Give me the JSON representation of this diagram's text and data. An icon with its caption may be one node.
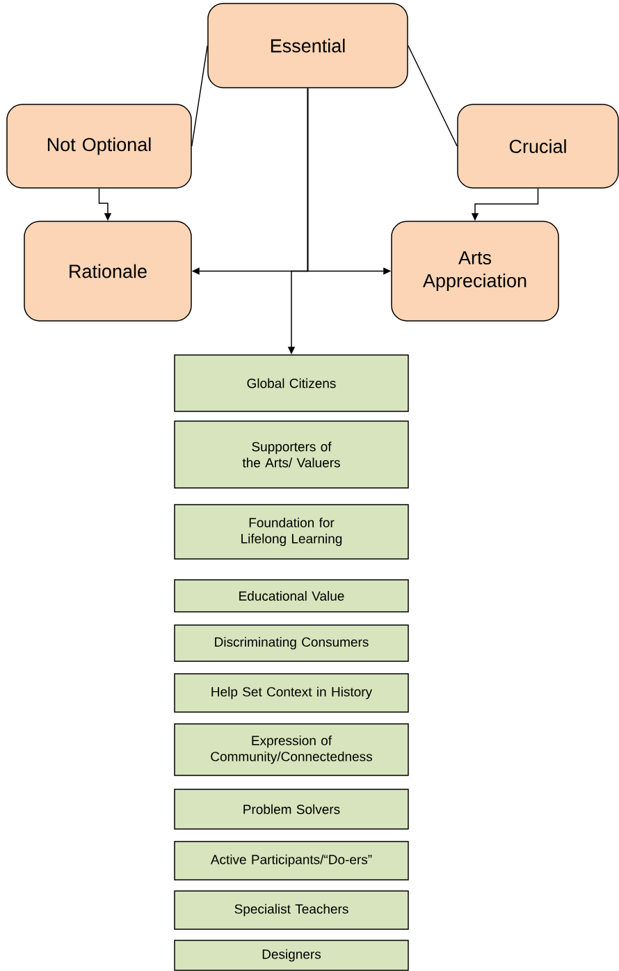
{
  "diagram": {
    "nodes": [
      {
        "text": [
          "Essential"
        ]
      },
      {
        "text": [
          "Not Optional"
        ]
      },
      {
        "text": [
          "Crucial"
        ]
      },
      {
        "text": [
          "Rationale"
        ]
      },
      {
        "text": [
          "Arts Appreciation"
        ]
      },
      {
        "text": [
          "Global Citizens"
        ]
      },
      {
        "text": [
          "Supporters of the Arts/ Valuers"
        ]
      },
      {
        "text": [
          "Foundation for Lifelong Learning"
        ]
      },
      {
        "text": [
          "Educational Value"
        ]
      },
      {
        "text": [
          "Discriminating Consumers"
        ]
      },
      {
        "text": [
          "Help Set Context in History"
        ]
      },
      {
        "text": [
          "Expression of Community/Connectedness"
        ]
      },
      {
        "text": [
          "Problem Solvers"
        ]
      },
      {
        "text": [
          "Active Participants/“Do-ers”"
        ]
      },
      {
        "text": [
          "Specialist Teachers"
        ]
      },
      {
        "text": [
          "Designers"
        ]
      }
    ],
    "edges": [
      {
        "from": 0,
        "to": 1,
        "arrow": "none"
      },
      {
        "from": 0,
        "to": 2,
        "arrow": "none"
      },
      {
        "from": 1,
        "to": 3,
        "arrow": "to"
      },
      {
        "from": 2,
        "to": 4,
        "arrow": "to"
      },
      {
        "from": 0,
        "to": 3,
        "arrow": "to"
      },
      {
        "from": 0,
        "to": 4,
        "arrow": "to"
      },
      {
        "from": 0,
        "to": 5,
        "arrow": "to"
      }
    ]
  }
}
